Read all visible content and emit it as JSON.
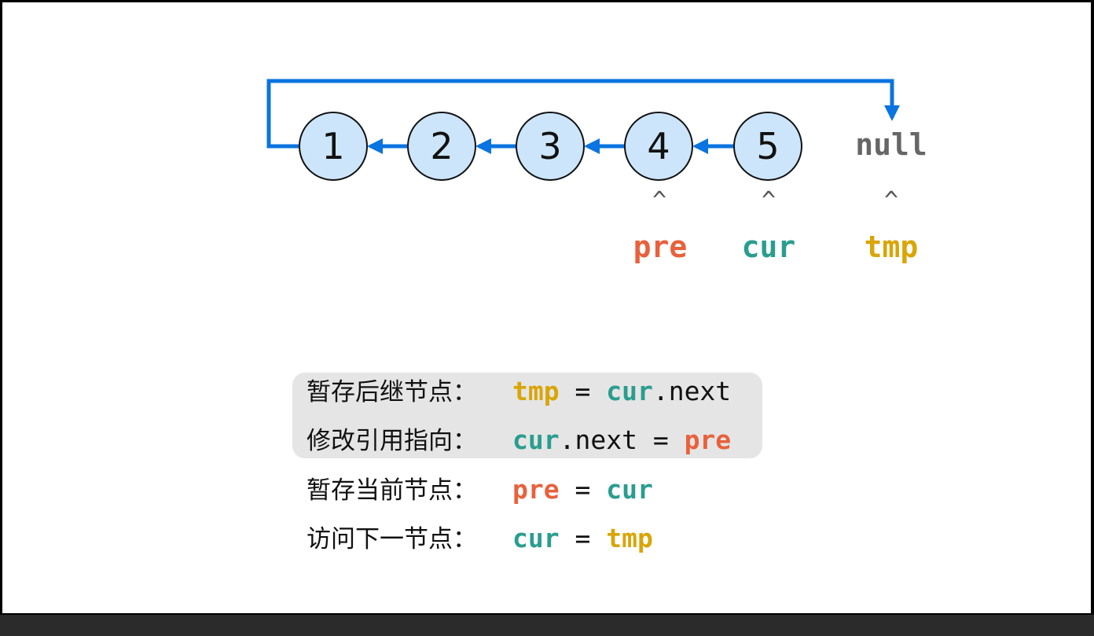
{
  "nodes": [
    "1",
    "2",
    "3",
    "4",
    "5"
  ],
  "null_label": "null",
  "pointers": {
    "caret": "^",
    "pre": "pre",
    "cur": "cur",
    "tmp": "tmp"
  },
  "steps": [
    {
      "label": "暂存后继节点：",
      "code": [
        {
          "t": "tmp",
          "c": "tmp"
        },
        {
          "t": " = ",
          "c": ""
        },
        {
          "t": "cur",
          "c": "cur"
        },
        {
          "t": ".next",
          "c": ""
        }
      ]
    },
    {
      "label": "修改引用指向：",
      "code": [
        {
          "t": "cur",
          "c": "cur"
        },
        {
          "t": ".next = ",
          "c": ""
        },
        {
          "t": "pre",
          "c": "pre"
        }
      ]
    },
    {
      "label": "暂存当前节点：",
      "code": [
        {
          "t": "pre",
          "c": "pre"
        },
        {
          "t": " = ",
          "c": ""
        },
        {
          "t": "cur",
          "c": "cur"
        }
      ]
    },
    {
      "label": "访问下一节点：",
      "code": [
        {
          "t": "cur",
          "c": "cur"
        },
        {
          "t": " = ",
          "c": ""
        },
        {
          "t": "tmp",
          "c": "tmp"
        }
      ]
    }
  ],
  "colors": {
    "arrow": "#0a74e0",
    "node_fill": "#cce5fb",
    "pre": "#e8613c",
    "cur": "#2a9d8f",
    "tmp": "#d9a507",
    "null": "#666666"
  }
}
